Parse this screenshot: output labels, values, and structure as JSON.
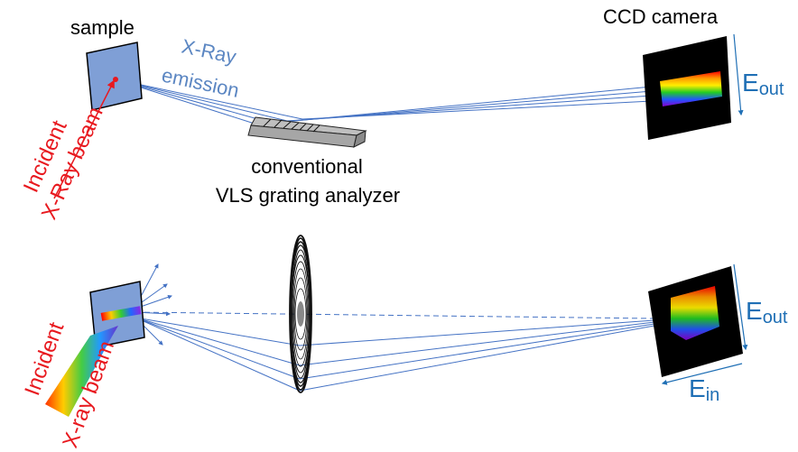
{
  "top": {
    "sample_label": "sample",
    "emission_label_line1": "X-Ray",
    "emission_label_line2": "emission",
    "incident_line1": "Incident",
    "incident_line2": "X-Ray beam",
    "camera_label": "CCD camera",
    "grating_label_line1": "conventional",
    "grating_label_line2": "VLS grating analyzer",
    "eout_main": "E",
    "eout_sub": "out"
  },
  "bottom": {
    "incident_line1": "Incident",
    "incident_line2": "X-ray beam",
    "eout_main": "E",
    "eout_sub": "out",
    "ein_main": "E",
    "ein_sub": "in"
  },
  "colors": {
    "incident": "#e8191f",
    "emission": "#5b86c2",
    "energy_axis": "#1f6fb5",
    "ray": "#4472c4",
    "sample_fill": "#7f9fd6",
    "camera": "#000000"
  }
}
